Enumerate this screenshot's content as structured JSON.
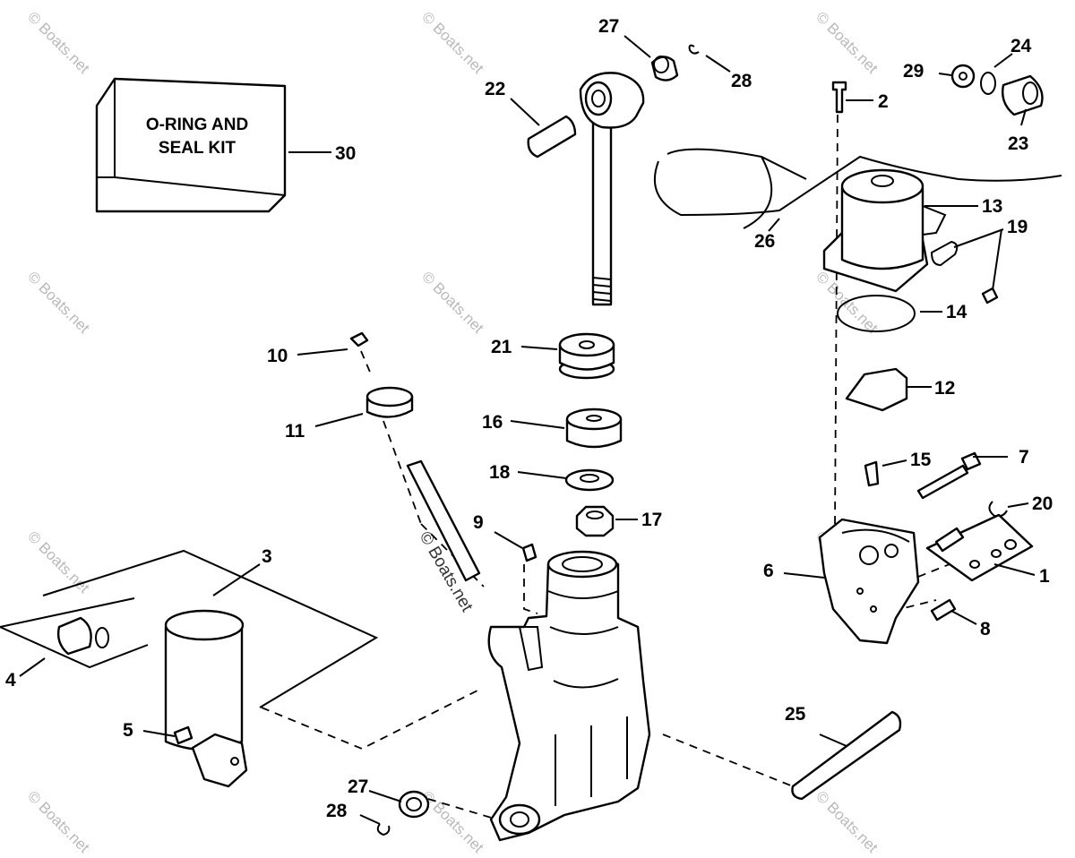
{
  "kit_label": [
    "O-RING AND",
    "SEAL KIT"
  ],
  "watermark": "© Boats.net",
  "callouts": {
    "c1": "1",
    "c2": "2",
    "c3": "3",
    "c4": "4",
    "c5": "5",
    "c6": "6",
    "c7": "7",
    "c8": "8",
    "c9": "9",
    "c10": "10",
    "c11": "11",
    "c12": "12",
    "c13": "13",
    "c14": "14",
    "c15": "15",
    "c16": "16",
    "c17": "17",
    "c18": "18",
    "c19": "19",
    "c20": "20",
    "c21": "21",
    "c22": "22",
    "c23": "23",
    "c24": "24",
    "c25": "25",
    "c26": "26",
    "c27a": "27",
    "c27b": "27",
    "c28a": "28",
    "c28b": "28",
    "c29": "29",
    "c30": "30"
  }
}
